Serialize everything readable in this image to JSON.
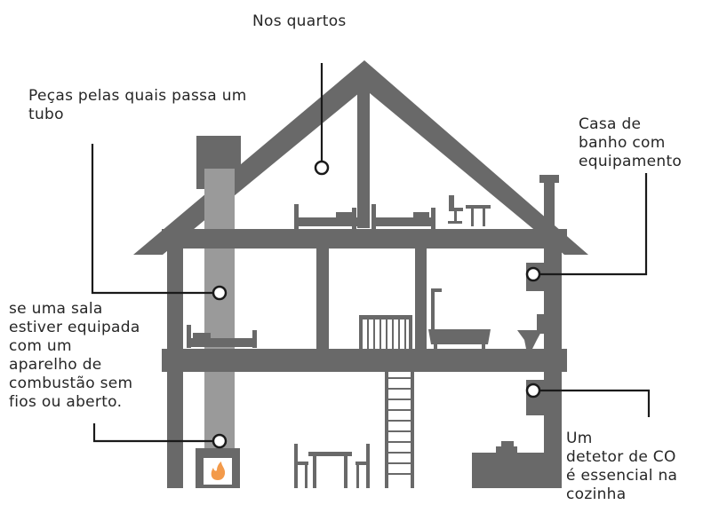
{
  "labels": {
    "quartos": "Nos quartos",
    "tubo": "Peças pelas quais passa um\ntubo",
    "banho": "Casa de\nbanho com\nequipamento",
    "sala": "se uma sala\nestiver equipada\ncom um\naparelho de\ncombustão sem\nfios ou aberto.",
    "cozinha": "Um\ndetetor de CO\né essencial na\ncozinha"
  },
  "colors": {
    "house": "#696969",
    "chimney_flue": "#9a9a9a",
    "leader_line": "#1a1a1a",
    "text": "#262626",
    "flame": "#f39a4a"
  },
  "icons": [
    "bed-icon",
    "desk-chair-icon",
    "bathtub-icon",
    "toilet-icon",
    "staircase-icon",
    "ladder-icon",
    "fireplace-icon",
    "flame-icon",
    "dining-table-icon",
    "stove-icon",
    "co-detector-icon"
  ]
}
